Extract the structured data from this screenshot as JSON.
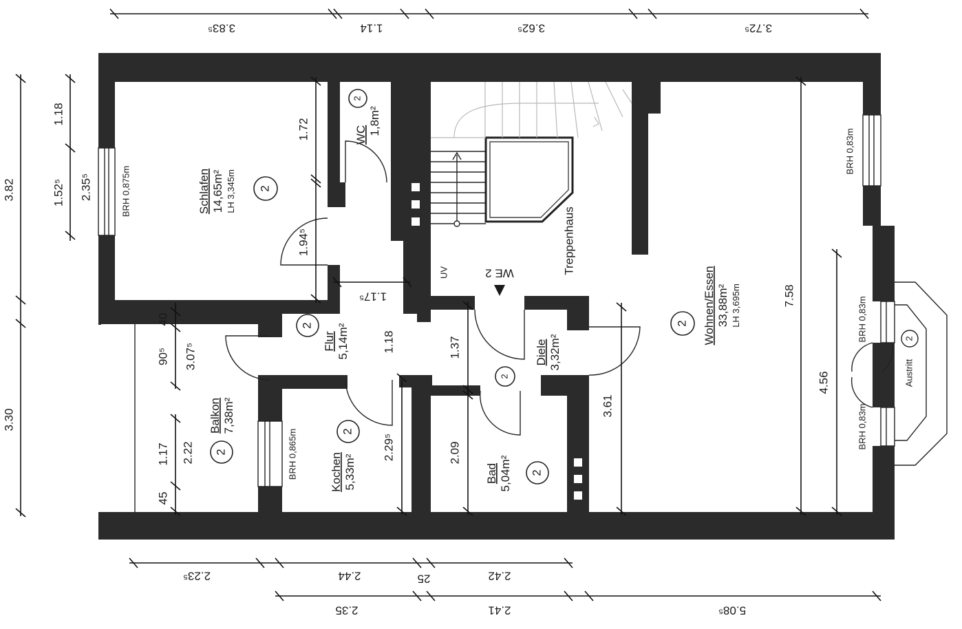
{
  "rooms": {
    "schlafen": {
      "name": "Schlafen",
      "area": "14,65m²",
      "lh": "LH 3,345m",
      "unit": "2"
    },
    "wc": {
      "name": "WC",
      "area": "1,8m²",
      "unit": "2"
    },
    "treppenhaus": {
      "name": "Treppenhaus"
    },
    "we": {
      "name": "WE 2"
    },
    "uv": {
      "name": "UV"
    },
    "wohnen": {
      "name": "Wohnen/Essen",
      "area": "33,88m²",
      "lh": "LH 3,695m",
      "unit": "2"
    },
    "flur": {
      "name": "Flur",
      "area": "5,14m²",
      "unit": "2"
    },
    "diele": {
      "name": "Diele",
      "area": "3,32m²",
      "unit": "2"
    },
    "balkon": {
      "name": "Balkon",
      "area": "7,38m²",
      "unit": "2"
    },
    "kochen": {
      "name": "Kochen",
      "area": "5,33m²",
      "unit": "2"
    },
    "bad": {
      "name": "Bad",
      "area": "5,04m²",
      "unit": "2"
    },
    "austritt": {
      "name": "Austritt",
      "unit": "2"
    }
  },
  "windows": {
    "schlafen": "BRH 0,875m",
    "wohnen_top": "BRH 0,83m",
    "austritt_top": "BRH 0,83m",
    "austritt_bottom": "BRH 0,83m",
    "kochen": "BRH 0,865m"
  },
  "dimensions": {
    "top": [
      "3.83⁵",
      "1.14",
      "3.62⁵",
      "3.72⁵"
    ],
    "left": [
      "3.82",
      "3.30"
    ],
    "left_inner": [
      "1.18",
      "1.52⁵",
      "2.35⁵"
    ],
    "left_lower": [
      "40",
      "90⁵",
      "3.07⁵",
      "1.17",
      "2.22",
      "45"
    ],
    "interior": [
      "1.72",
      "1.94⁵",
      "1.17⁵",
      "1.18",
      "1.37",
      "2.29⁵",
      "2.09",
      "3.61",
      "7.58",
      "4.56"
    ],
    "bottom1": [
      "2.23⁵",
      "2.44",
      "25",
      "2.42"
    ],
    "bottom2": [
      "2.35",
      "2.41",
      "5.08⁵"
    ]
  }
}
